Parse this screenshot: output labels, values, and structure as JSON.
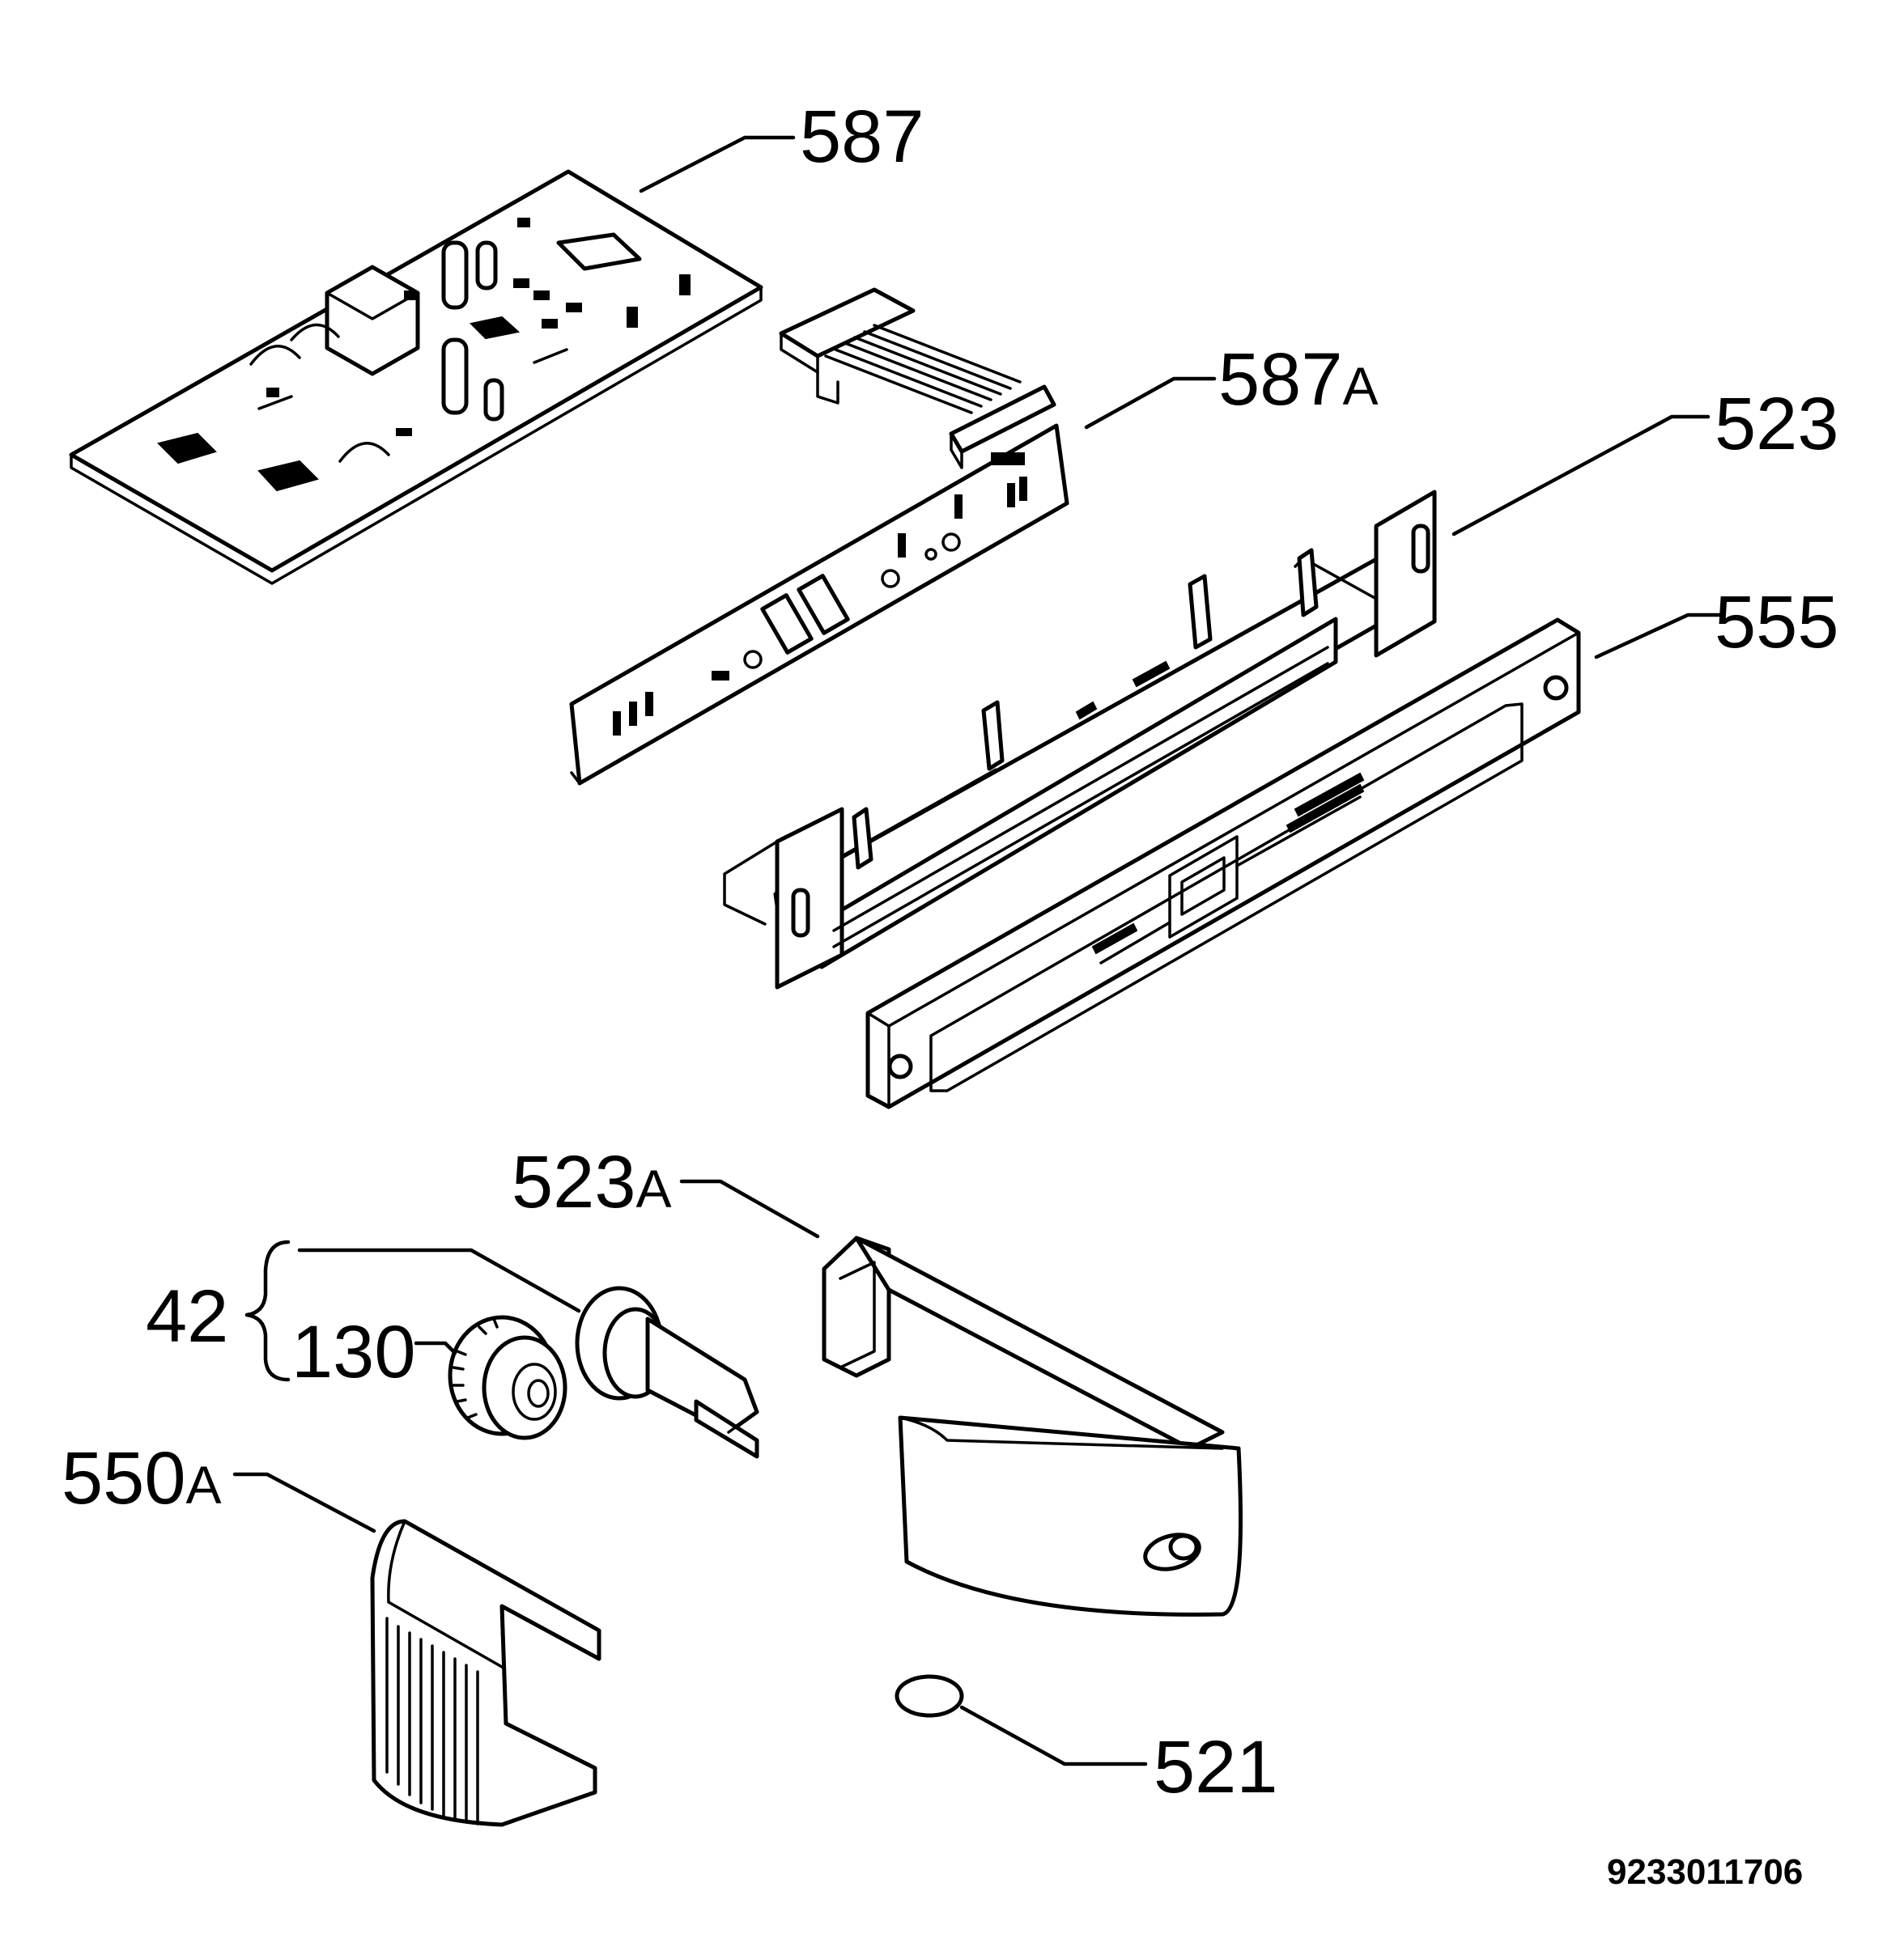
{
  "labels": {
    "p587": "587",
    "p587a": "587",
    "p587a_suffix": "A",
    "p523": "523",
    "p555": "555",
    "p523a": "523",
    "p523a_suffix": "A",
    "p42": "42",
    "p130": "130",
    "p550a": "550",
    "p550a_suffix": "A",
    "p521": "521"
  },
  "document_number": "9233011706"
}
